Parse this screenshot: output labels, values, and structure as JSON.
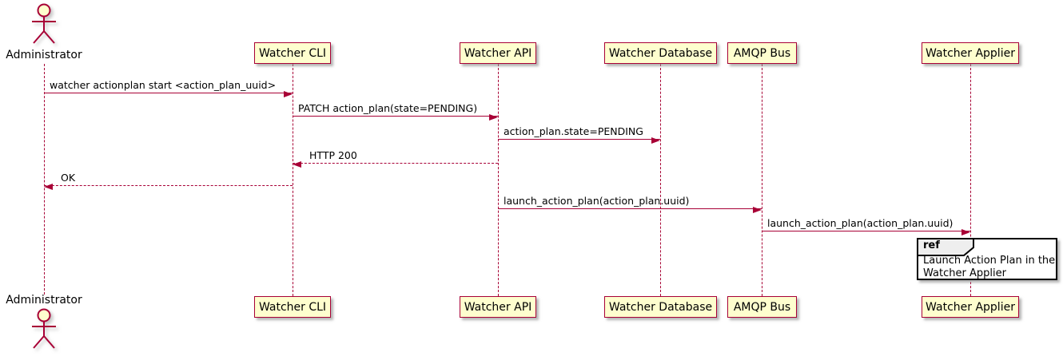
{
  "diagram": {
    "type": "plantuml-sequence",
    "actor": {
      "name": "Administrator"
    },
    "participants": [
      {
        "name": "Watcher CLI"
      },
      {
        "name": "Watcher API"
      },
      {
        "name": "Watcher Database"
      },
      {
        "name": "AMQP Bus"
      },
      {
        "name": "Watcher Applier"
      }
    ],
    "messages": [
      {
        "from": "Administrator",
        "to": "Watcher CLI",
        "label": "watcher actionplan start <action_plan_uuid>",
        "line": "solid"
      },
      {
        "from": "Watcher CLI",
        "to": "Watcher API",
        "label": "PATCH action_plan(state=PENDING)",
        "line": "solid"
      },
      {
        "from": "Watcher API",
        "to": "Watcher Database",
        "label": "action_plan.state=PENDING",
        "line": "solid"
      },
      {
        "from": "Watcher API",
        "to": "Watcher CLI",
        "label": "HTTP 200",
        "line": "dashed"
      },
      {
        "from": "Watcher CLI",
        "to": "Administrator",
        "label": "OK",
        "line": "dashed"
      },
      {
        "from": "Watcher API",
        "to": "AMQP Bus",
        "label": "launch_action_plan(action_plan.uuid)",
        "line": "solid"
      },
      {
        "from": "AMQP Bus",
        "to": "Watcher Applier",
        "label": "launch_action_plan(action_plan.uuid)",
        "line": "solid"
      }
    ],
    "ref_fragment": {
      "keyword": "ref",
      "over": "Watcher Applier",
      "text_lines": [
        "Launch Action Plan in the",
        "Watcher Applier"
      ]
    },
    "colors": {
      "line": "#A80036",
      "participant_fill": "#FEFECE",
      "text": "#000000",
      "ref_tab_fill": "#EEEEEE",
      "background": "#FFFFFF"
    }
  }
}
